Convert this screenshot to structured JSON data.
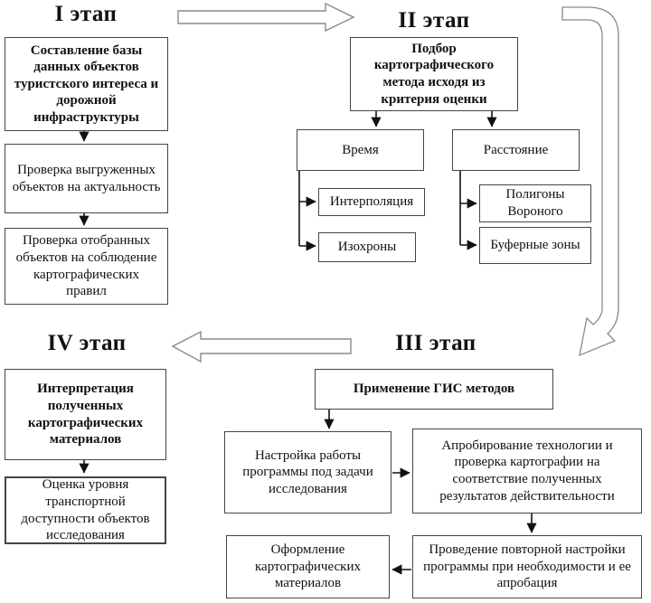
{
  "diagram": {
    "stage1": {
      "title": "I этап",
      "box_database": "Составление базы данных объектов туристского интереса и дорожной инфраструктуры",
      "box_check_uploaded": "Проверка выгруженных объектов на актуальность",
      "box_check_selected": "Проверка отобранных объектов на соблюдение картографических правил"
    },
    "stage2": {
      "title": "II этап",
      "box_method_selection": "Подбор картографического метода исходя из критерия оценки",
      "box_time": "Время",
      "box_distance": "Расстояние",
      "box_interpolation": "Интерполяция",
      "box_isochrones": "Изохроны",
      "box_voronoi": "Полигоны Вороного",
      "box_buffer_zones": "Буферные зоны"
    },
    "stage3": {
      "title": "III этап",
      "box_gis_methods": "Применение ГИС методов",
      "box_program_setup": "Настройка работы программы под задачи исследования",
      "box_approbation": "Апробирование технологии и проверка картографии на соответствие полученных результатов действительности",
      "box_repeat_setup": "Проведение повторной настройки программы при необходимости и ее апробация",
      "box_map_design": "Оформление картографических материалов"
    },
    "stage4": {
      "title": "IV этап",
      "box_interpretation": "Интерпретация полученных картографических материалов",
      "box_assessment": "Оценка уровня транспортной доступности объектов исследования"
    }
  },
  "colors": {
    "background": "#ffffff",
    "box_border": "#454545",
    "text": "#111111",
    "connector": "#111111",
    "hollow_arrow_outline": "#8a8a8a"
  }
}
